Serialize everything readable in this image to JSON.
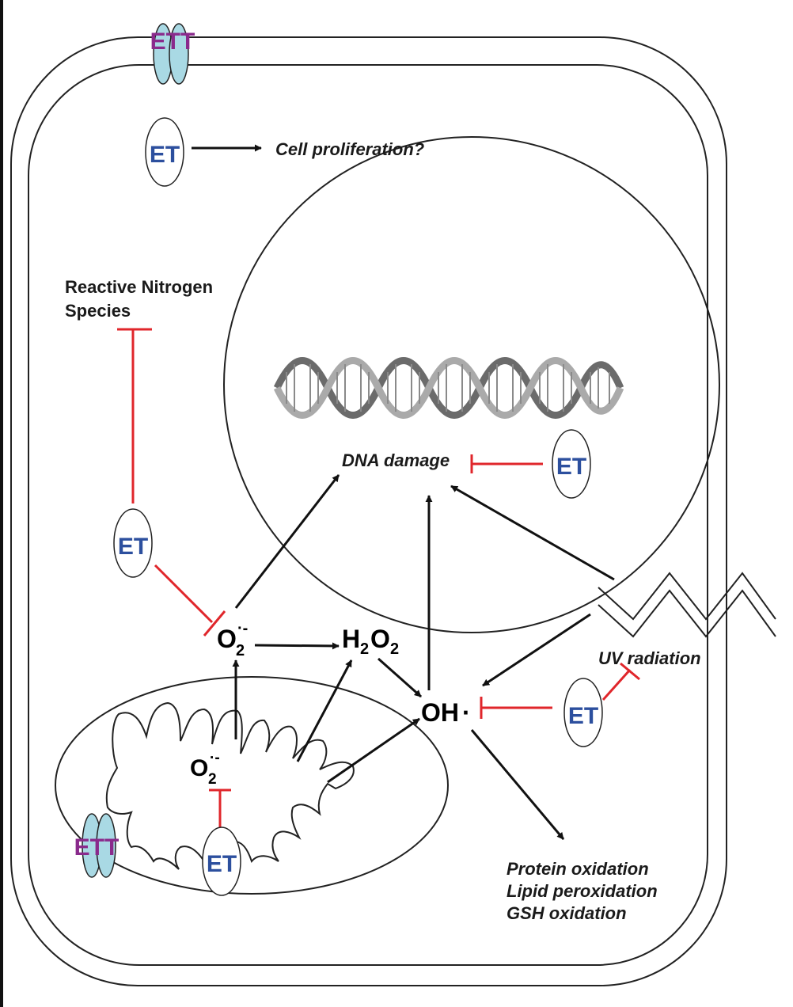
{
  "colors": {
    "inhibit": "#e0262b",
    "arrow": "#111111",
    "et_text": "#2c4f9e",
    "ett_text": "#8a2a8c",
    "transporter_fill": "#a9d9e4",
    "outline": "#222222"
  },
  "labels": {
    "cell_proliferation": "Cell proliferation?",
    "rns_line1": "Reactive Nitrogen",
    "rns_line2": "Species",
    "dna_damage": "DNA damage",
    "uv_radiation": "UV radiation",
    "protein_oxidation": "Protein oxidation",
    "lipid_peroxidation": "Lipid peroxidation",
    "gsh_oxidation": "GSH oxidation"
  },
  "species": {
    "superoxide_base": "O",
    "superoxide_sub": "2",
    "superoxide_sup": "·-",
    "peroxide_h": "H",
    "peroxide_sub1": "2",
    "peroxide_o": "O",
    "peroxide_sub2": "2",
    "hydroxyl": "OH",
    "hydroxyl_dot": "·"
  },
  "ergothioneine": "ET",
  "transporter": "ETT"
}
